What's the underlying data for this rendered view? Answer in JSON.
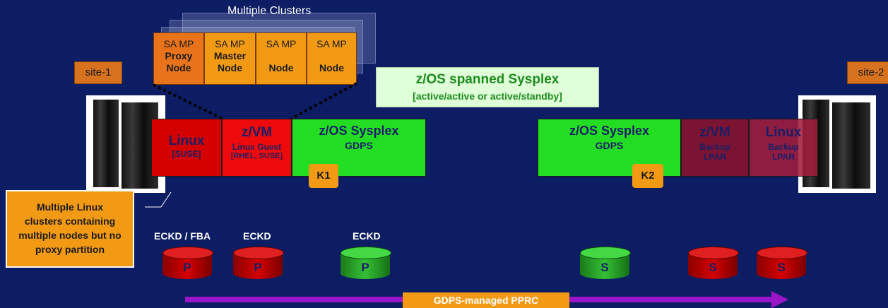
{
  "clusters_title": "Multiple Clusters",
  "samp_nodes": [
    {
      "line1": "SA MP",
      "line2": "Proxy",
      "line3": "Node"
    },
    {
      "line1": "SA MP",
      "line2": "Master",
      "line3": "Node"
    },
    {
      "line1": "SA MP",
      "line2": "",
      "line3": "Node"
    },
    {
      "line1": "SA MP",
      "line2": "",
      "line3": "Node"
    }
  ],
  "site1": "site-1",
  "site2": "site-2",
  "sysplex_title": "z/OS spanned Sysplex",
  "sysplex_sub": "[active/active or active/standby]",
  "left_system": {
    "linux": {
      "title": "Linux",
      "sub": "[SUSE]"
    },
    "zvm": {
      "title": "z/VM",
      "sub1": "Linux Guest",
      "sub2": "[RHEL, SUSE]"
    },
    "zos": {
      "title": "z/OS Sysplex",
      "sub": "GDPS"
    },
    "k": "K1"
  },
  "right_system": {
    "zos": {
      "title": "z/OS Sysplex",
      "sub": "GDPS"
    },
    "zvm": {
      "title": "z/VM",
      "sub1": "Backup",
      "sub2": "LPAR"
    },
    "linux": {
      "title": "Linux",
      "sub1": "Backup",
      "sub2": "LPAR"
    },
    "k": "K2"
  },
  "callout": "Multiple Linux clusters containing multiple nodes but no proxy partition",
  "disk_labels": {
    "eckd_fba": "ECKD / FBA",
    "eckd1": "ECKD",
    "eckd2": "ECKD"
  },
  "disks": [
    "P",
    "P",
    "P",
    "S",
    "S",
    "S"
  ],
  "pprc_label": "GDPS-managed PPRC",
  "colors": {
    "background": "#0d1d63",
    "samp": "#f39a14",
    "linux_red": "#d40000",
    "sysplex_green": "#22dd22",
    "backup_maroon": "#7a1432",
    "pprc_arrow": "#9a14c8"
  }
}
